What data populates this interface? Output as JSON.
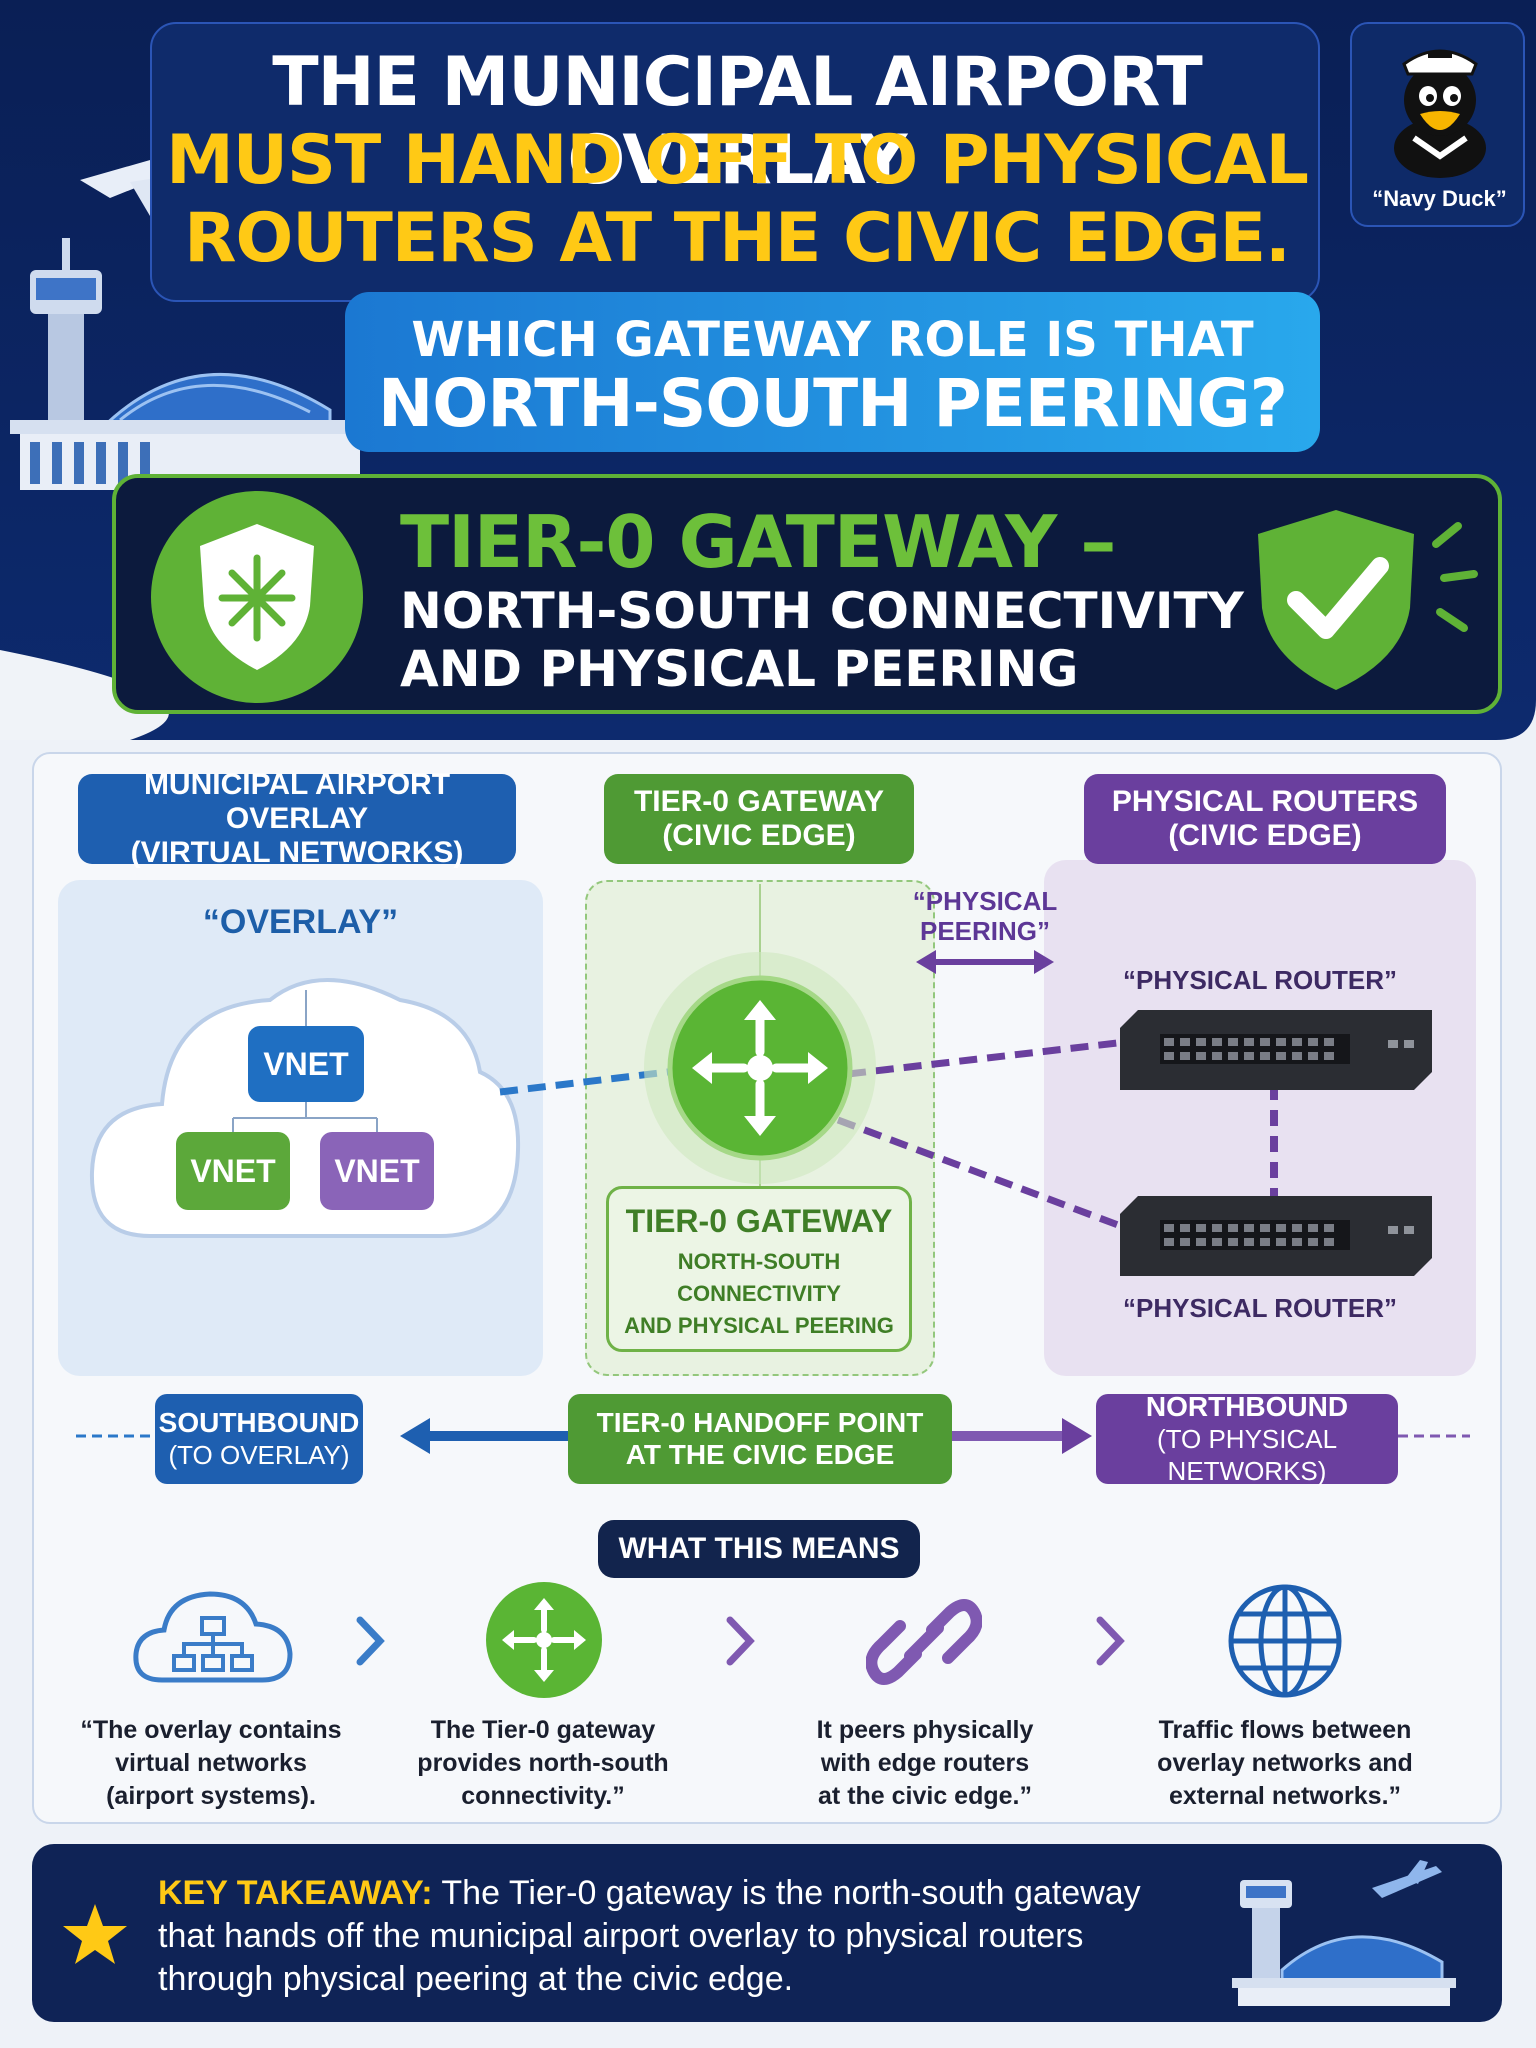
{
  "header": {
    "title_line1": "THE MUNICIPAL AIRPORT OVERLAY",
    "title_line2": "MUST HAND OFF TO PHYSICAL",
    "title_line3": "ROUTERS AT THE CIVIC EDGE.",
    "question_line1": "WHICH GATEWAY ROLE IS THAT",
    "question_line2": "NORTH-SOUTH PEERING?",
    "mascot_name": "“Navy Duck”"
  },
  "answer": {
    "title": "TIER-0 GATEWAY –",
    "subtitle_line1": "NORTH-SOUTH CONNECTIVITY",
    "subtitle_line2": "AND PHYSICAL PEERING"
  },
  "diagram": {
    "columns": {
      "overlay": {
        "line1": "MUNICIPAL AIRPORT OVERLAY",
        "line2": "(VIRTUAL NETWORKS)"
      },
      "gateway": {
        "line1": "TIER-0 GATEWAY",
        "line2": "(CIVIC EDGE)"
      },
      "physical": {
        "line1": "PHYSICAL ROUTERS",
        "line2": "(CIVIC EDGE)"
      }
    },
    "overlay_label": "“OVERLAY”",
    "vnets": [
      "VNET",
      "VNET",
      "VNET"
    ],
    "peering_label_line1": "“PHYSICAL",
    "peering_label_line2": "PEERING”",
    "router_labels": [
      "“PHYSICAL ROUTER”",
      "“PHYSICAL ROUTER”"
    ],
    "gateway_box": {
      "title": "TIER-0 GATEWAY",
      "line1": "NORTH-SOUTH",
      "line2": "CONNECTIVITY",
      "line3": "AND PHYSICAL PEERING"
    },
    "southbound": {
      "line1": "SOUTHBOUND",
      "line2": "(TO OVERLAY)"
    },
    "handoff": {
      "line1": "TIER-0 HANDOFF POINT",
      "line2": "AT THE CIVIC EDGE"
    },
    "northbound": {
      "line1": "NORTHBOUND",
      "line2": "(TO PHYSICAL NETWORKS)"
    }
  },
  "means": {
    "title": "WHAT THIS MEANS",
    "items": [
      {
        "icon": "cloud-network-icon",
        "line1": "“The overlay contains",
        "line2": "virtual networks",
        "line3": "(airport systems)."
      },
      {
        "icon": "gateway-arrows-icon",
        "line1": "The Tier-0 gateway",
        "line2": "provides north-south",
        "line3": "connectivity.”"
      },
      {
        "icon": "chain-link-icon",
        "line1": "It peers physically",
        "line2": "with edge routers",
        "line3": "at the civic edge.”"
      },
      {
        "icon": "globe-icon",
        "line1": "Traffic flows between",
        "line2": "overlay networks and",
        "line3": "external networks.”"
      }
    ]
  },
  "takeaway": {
    "label": "KEY TAKEAWAY:",
    "text": " The Tier-0 gateway is the north-south gateway that hands off the municipal airport overlay to physical routers through physical peering at the civic edge."
  },
  "colors": {
    "navy": "#0f2b6b",
    "yellow": "#ffc915",
    "green": "#5fb236",
    "blue": "#1e5fb0",
    "purple": "#6a3f9e"
  }
}
